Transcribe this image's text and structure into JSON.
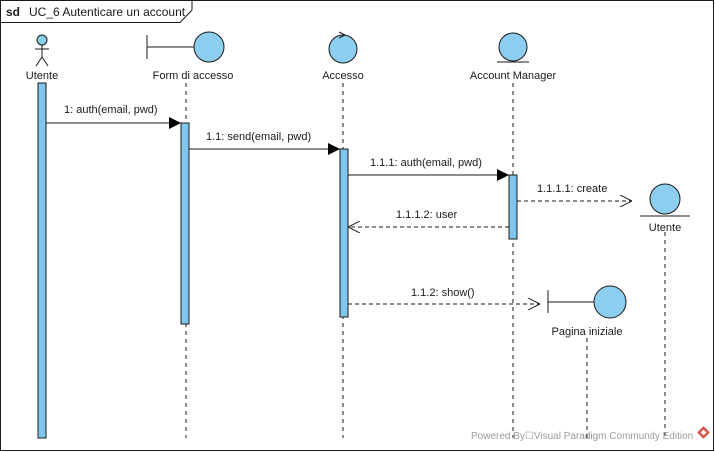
{
  "frame": {
    "keyword": "sd",
    "title": "UC_6 Autenticare un account"
  },
  "colors": {
    "fill": "#8ccdf0",
    "stroke": "#1a1a1a",
    "activation_fill": "#7fc6ee",
    "background": "#ffffff"
  },
  "lifelines": [
    {
      "id": "utente",
      "label": "Utente",
      "stereotype": "actor"
    },
    {
      "id": "form",
      "label": "Form di accesso",
      "stereotype": "boundary"
    },
    {
      "id": "accesso",
      "label": "Accesso",
      "stereotype": "control"
    },
    {
      "id": "account",
      "label": "Account Manager",
      "stereotype": "entity"
    },
    {
      "id": "utente2",
      "label": "Utente",
      "stereotype": "entity"
    },
    {
      "id": "pagina",
      "label": "Pagina iniziale",
      "stereotype": "boundary"
    }
  ],
  "messages": [
    {
      "id": "m1",
      "label": "1: auth(email, pwd)",
      "from": "utente",
      "to": "form",
      "kind": "sync"
    },
    {
      "id": "m2",
      "label": "1.1: send(email, pwd)",
      "from": "form",
      "to": "accesso",
      "kind": "sync"
    },
    {
      "id": "m3",
      "label": "1.1.1: auth(email, pwd)",
      "from": "accesso",
      "to": "account",
      "kind": "sync"
    },
    {
      "id": "m4",
      "label": "1.1.1.1: create",
      "from": "account",
      "to": "utente2",
      "kind": "create"
    },
    {
      "id": "m5",
      "label": "1.1.1.2: user",
      "from": "account",
      "to": "accesso",
      "kind": "return"
    },
    {
      "id": "m6",
      "label": "1.1.2: show()",
      "from": "accesso",
      "to": "pagina",
      "kind": "create"
    }
  ],
  "watermark": "Powered By☐Visual Paradigm Community Edition"
}
